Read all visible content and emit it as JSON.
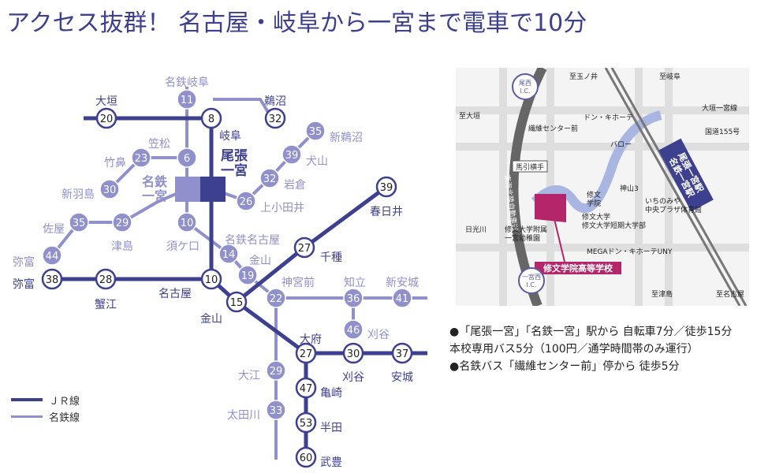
{
  "title": "アクセス抜群！ 名古屋・岐阜から一宮まで電車で10分",
  "colors": {
    "jr": "#3d3f8f",
    "meitetsu": "#8f90cc",
    "text": "#3d3f8f",
    "school": "#b4256a",
    "road": "#dedede",
    "rail": "#777777"
  },
  "legend": [
    {
      "line": "jr",
      "label": "ＪＲ線"
    },
    {
      "line": "meitetsu",
      "label": "名鉄線"
    }
  ],
  "route_map": {
    "hub_labels": {
      "owari": "尾張\n一宮",
      "meitetsu": "名鉄\n一宮"
    },
    "stations": [
      {
        "id": "meitetsu-gifu",
        "num": "11",
        "name": "名鉄岐阜",
        "line": "meitetsu"
      },
      {
        "id": "ogaki",
        "num": "20",
        "name": "大垣",
        "line": "jr"
      },
      {
        "id": "gifu",
        "num": "8",
        "name": "岐阜",
        "line": "jr"
      },
      {
        "id": "unuma",
        "num": "32",
        "name": "鵜沼",
        "line": "jr"
      },
      {
        "id": "shin-unuma",
        "num": "35",
        "name": "新鵜沼",
        "line": "meitetsu"
      },
      {
        "id": "inuyama",
        "num": "39",
        "name": "犬山",
        "line": "meitetsu"
      },
      {
        "id": "iwakura",
        "num": "32",
        "name": "岩倉",
        "line": "meitetsu"
      },
      {
        "id": "kamiotai",
        "num": "26",
        "name": "上小田井",
        "line": "meitetsu"
      },
      {
        "id": "kasamatsu",
        "num": "6",
        "name": "笠松",
        "line": "meitetsu"
      },
      {
        "id": "takehana",
        "num": "23",
        "name": "竹鼻",
        "line": "meitetsu"
      },
      {
        "id": "shin-hashima",
        "num": "30",
        "name": "新羽島",
        "line": "meitetsu"
      },
      {
        "id": "tsushima",
        "num": "29",
        "name": "津島",
        "line": "meitetsu"
      },
      {
        "id": "sukaguchi",
        "num": "10",
        "name": "須ケ口",
        "line": "meitetsu"
      },
      {
        "id": "saya",
        "num": "35",
        "name": "佐屋",
        "line": "meitetsu"
      },
      {
        "id": "yatomi-m",
        "num": "44",
        "name": "弥富",
        "line": "meitetsu"
      },
      {
        "id": "yatomi-jr",
        "num": "38",
        "name": "弥富",
        "line": "jr"
      },
      {
        "id": "kanie",
        "num": "28",
        "name": "蟹江",
        "line": "jr"
      },
      {
        "id": "nagoya",
        "num": "10",
        "name": "名古屋",
        "line": "jr"
      },
      {
        "id": "meitetsu-nagoya",
        "num": "14",
        "name": "名鉄名古屋",
        "line": "meitetsu"
      },
      {
        "id": "kanayama-m",
        "num": "19",
        "name": "金山",
        "line": "meitetsu"
      },
      {
        "id": "kanayama-jr",
        "num": "15",
        "name": "金山",
        "line": "jr"
      },
      {
        "id": "kasugai",
        "num": "39",
        "name": "春日井",
        "line": "jr"
      },
      {
        "id": "chikusa",
        "num": "27",
        "name": "千種",
        "line": "jr"
      },
      {
        "id": "jingumae",
        "num": "22",
        "name": "神宮前",
        "line": "meitetsu"
      },
      {
        "id": "chiryu",
        "num": "36",
        "name": "知立",
        "line": "meitetsu"
      },
      {
        "id": "shin-anjo",
        "num": "41",
        "name": "新安城",
        "line": "meitetsu"
      },
      {
        "id": "kariya-m",
        "num": "46",
        "name": "刈谷",
        "line": "meitetsu"
      },
      {
        "id": "obu",
        "num": "27",
        "name": "大府",
        "line": "jr"
      },
      {
        "id": "kariya-jr",
        "num": "30",
        "name": "刈谷",
        "line": "jr"
      },
      {
        "id": "anjo",
        "num": "37",
        "name": "安城",
        "line": "jr"
      },
      {
        "id": "kamezaki",
        "num": "47",
        "name": "亀崎",
        "line": "jr"
      },
      {
        "id": "handa",
        "num": "53",
        "name": "半田",
        "line": "jr"
      },
      {
        "id": "taketoyo",
        "num": "60",
        "name": "武豊",
        "line": "jr"
      },
      {
        "id": "owari-ono",
        "num": "29",
        "name": "大江",
        "line": "meitetsu"
      },
      {
        "id": "otagawa",
        "num": "33",
        "name": "太田川",
        "line": "meitetsu"
      }
    ]
  },
  "street_map": {
    "labels": [
      {
        "id": "to-tamanoi",
        "text": "至玉ノ井"
      },
      {
        "id": "to-gifu",
        "text": "至岐阜"
      },
      {
        "id": "to-ogaki",
        "text": "至大垣"
      },
      {
        "id": "ohdai-ichinomiya",
        "text": "大垣一宮線"
      },
      {
        "id": "route155",
        "text": "国道155号"
      },
      {
        "id": "seni-center",
        "text": "繊維センター前"
      },
      {
        "id": "don-quijote",
        "text": "ドン・キホーテ"
      },
      {
        "id": "barrow",
        "text": "バロー"
      },
      {
        "id": "jinzan",
        "text": "神山3"
      },
      {
        "id": "shubun-gakuin",
        "text": "修文\n学院"
      },
      {
        "id": "shubun-univ",
        "text": "修文大学\n修文大学短期大学部"
      },
      {
        "id": "ichinomiya-plaza",
        "text": "いちのみや\n中央プラザ体育館"
      },
      {
        "id": "kindergarten",
        "text": "修文大学附属\n一宮幼稚園"
      },
      {
        "id": "hikoya",
        "text": "日光川"
      },
      {
        "id": "mega-don",
        "text": "MEGAドン・キホーテUNY"
      },
      {
        "id": "to-tsushima",
        "text": "至津島"
      },
      {
        "id": "to-nagoya",
        "text": "至名古屋"
      }
    ],
    "interchanges": [
      {
        "id": "bisai-ic",
        "text": "尾西\nI.C."
      },
      {
        "id": "ichinomiya-nishi-ic",
        "text": "一宮西\nI.C."
      }
    ],
    "expressway_label": "東海北陸自動車道",
    "crossing_label": "馬引横手",
    "station_box_label": "尾張一宮駅\n名鉄一宮駅",
    "school_label": "修文学院高等学校"
  },
  "notes": [
    "●「尾張一宮」「名鉄一宮」駅から 自転車7分／徒歩15分",
    "本校専用バス5分（100円／通学時間帯のみ運行）",
    "●名鉄バス「繊維センター前」停から 徒歩5分"
  ]
}
